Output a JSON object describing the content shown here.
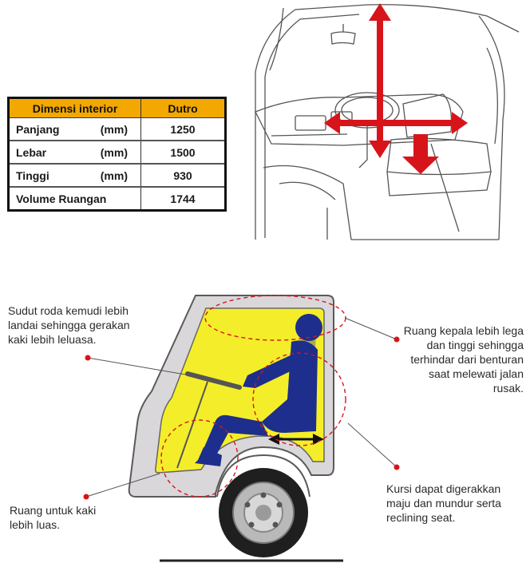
{
  "table": {
    "headers": [
      "Dimensi interior",
      "Dutro"
    ],
    "rows": [
      {
        "label": "Panjang",
        "unit": "(mm)",
        "value": "1250"
      },
      {
        "label": "Lebar",
        "unit": "(mm)",
        "value": "1500"
      },
      {
        "label": "Tinggi",
        "unit": "(mm)",
        "value": "930"
      },
      {
        "label": "Volume Ruangan",
        "unit": "",
        "value": "1744"
      }
    ],
    "header_color": "#f2a800"
  },
  "captions": {
    "steering": "Sudut roda kemudi lebih\nlandai sehingga gerakan\nkaki lebih leluasa.",
    "head": "Ruang kepala lebih lega\ndan tinggi sehingga\nterhindar dari benturan\nsaat melewati jalan\nrusak.",
    "seat": "Kursi dapat digerakkan\nmaju dan mundur serta\nreclining seat.",
    "legroom": "Ruang untuk kaki\nlebih luas."
  },
  "colors": {
    "arrow_red": "#d8141b",
    "cab_yellow": "#f4ee2a",
    "driver_blue": "#1e2e8c",
    "marker_red": "#d8141b"
  }
}
